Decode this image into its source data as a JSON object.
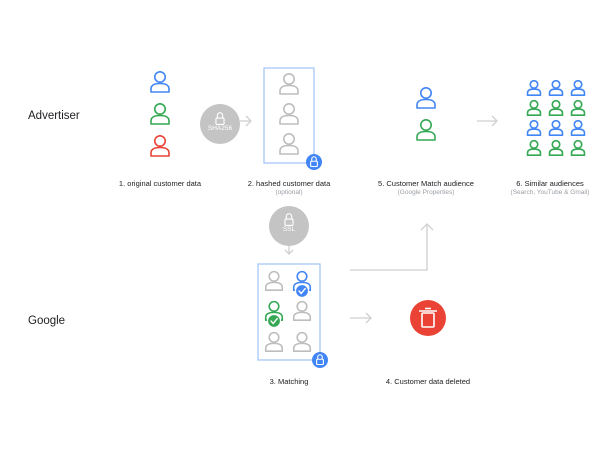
{
  "rows": {
    "advertiser": "Advertiser",
    "google": "Google"
  },
  "badges": {
    "hash": "SHA256",
    "ssl": "SSL"
  },
  "steps": {
    "s1": {
      "label": "1. original customer data"
    },
    "s2": {
      "label": "2. hashed customer data",
      "sub": "(optional)"
    },
    "s3": {
      "label": "3. Matching"
    },
    "s4": {
      "label": "4. Customer data deleted"
    },
    "s5": {
      "label": "5. Customer Match audience",
      "sub": "(Google Properties)"
    },
    "s6": {
      "label": "6. Similar audiences",
      "sub": "(Search, YouTube & Gmail)"
    }
  },
  "icons": {
    "person": "person-icon",
    "lock": "lock-icon",
    "check": "check-icon",
    "trash": "trash-icon",
    "arrow": "arrow-icon"
  },
  "colors": {
    "blue": "#4285f4",
    "green": "#34a853",
    "red": "#ea4335",
    "grey": "#bdbdbd",
    "badge": "#c4c4c4",
    "box": "#a8c7fa",
    "arrow": "#cfcfcf",
    "text": "#202124",
    "subtext": "#9aa0a6"
  }
}
